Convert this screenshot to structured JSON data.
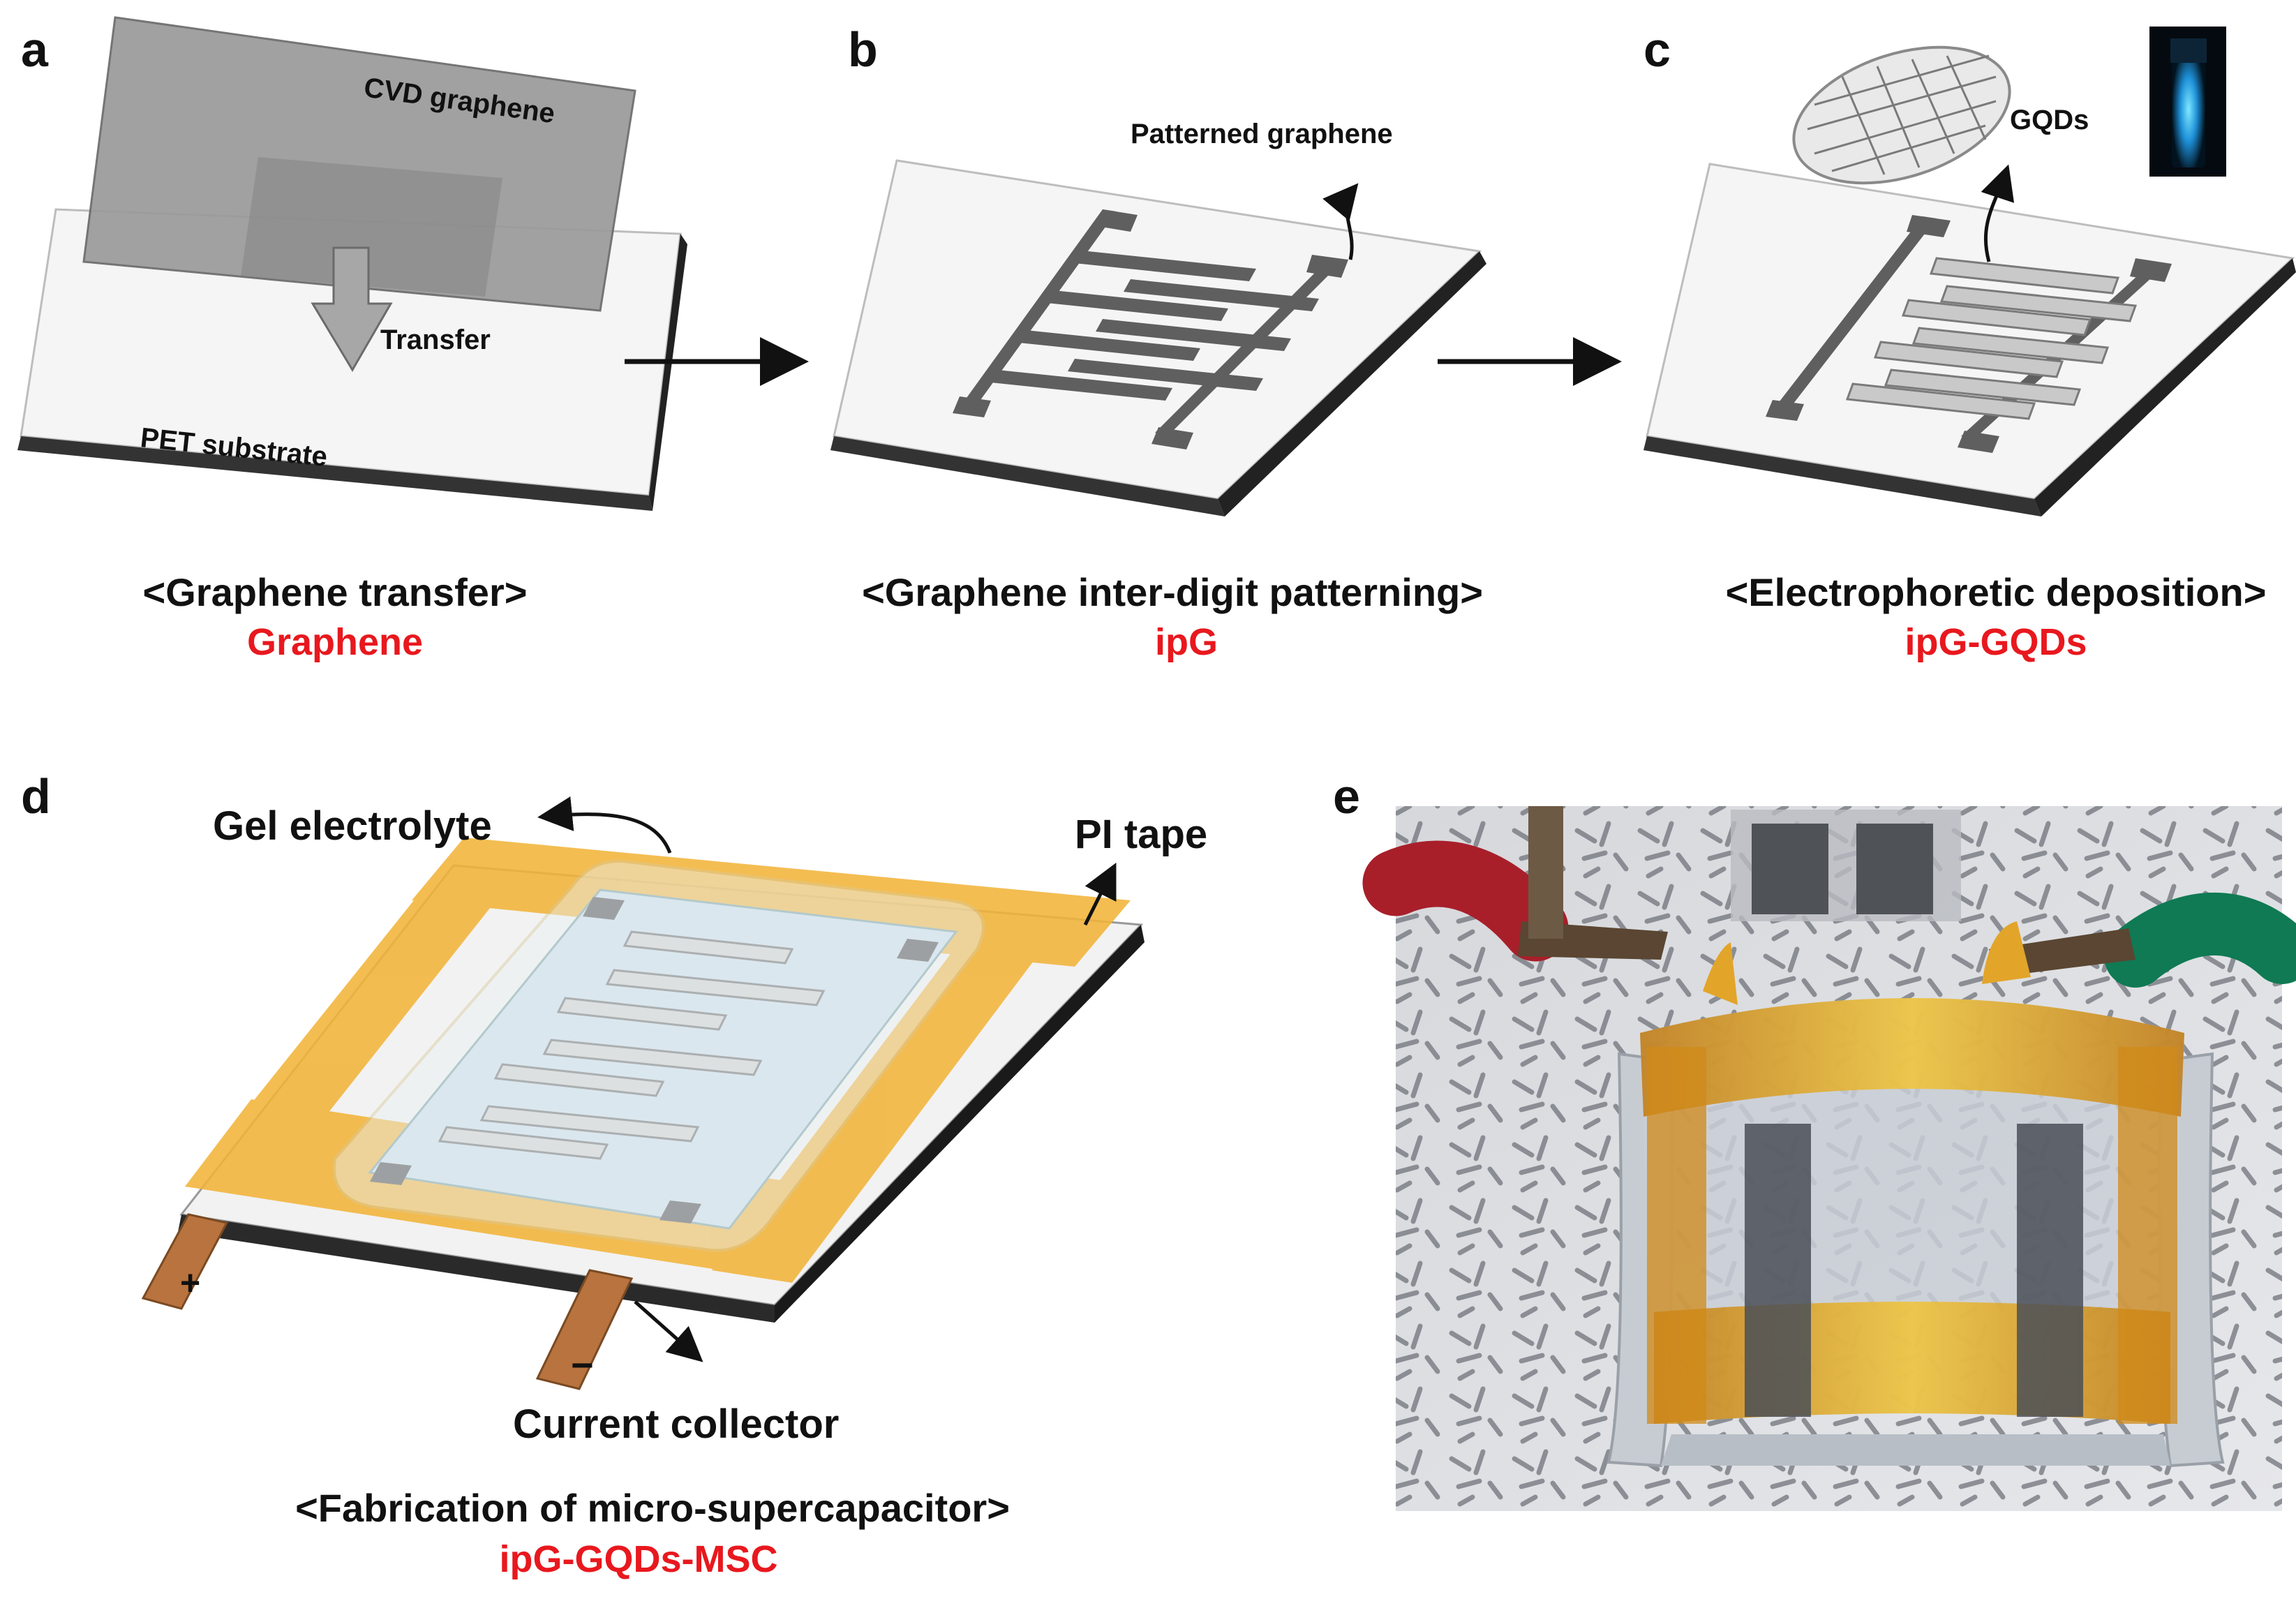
{
  "panels": {
    "a": {
      "letter": "a",
      "cvd_label": "CVD graphene",
      "transfer_label": "Transfer",
      "pet_label": "PET substrate",
      "caption": "<Graphene transfer>",
      "product": "Graphene"
    },
    "b": {
      "letter": "b",
      "pattern_label": "Patterned graphene",
      "caption": "<Graphene inter-digit patterning>",
      "product": "ipG"
    },
    "c": {
      "letter": "c",
      "gqd_label": "GQDs",
      "caption": "<Electrophoretic deposition>",
      "product": "ipG-GQDs"
    },
    "d": {
      "letter": "d",
      "gel_label": "Gel electrolyte",
      "tape_label": "PI tape",
      "collector_label": "Current collector",
      "plus": "+",
      "minus": "−",
      "caption": "<Fabrication of micro-supercapacitor>",
      "product": "ipG-GQDs-MSC"
    },
    "e": {
      "letter": "e"
    }
  },
  "colors": {
    "product_text": "#e8181e",
    "graphene": "#5f5f5f",
    "kapton": "#f2b43a",
    "copper": "#b8733f"
  }
}
